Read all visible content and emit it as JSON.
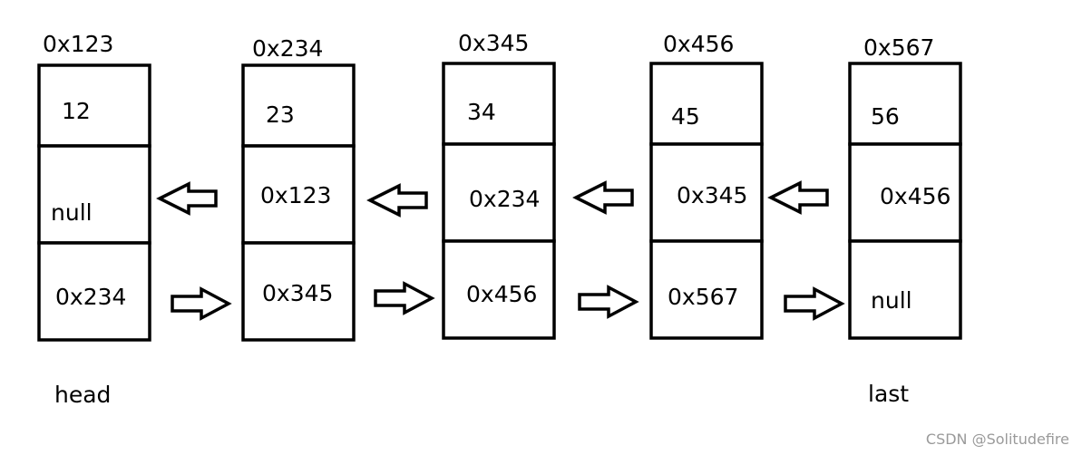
{
  "nodes": [
    {
      "address": "0x123",
      "value": "12",
      "prev": "null",
      "next": "0x234"
    },
    {
      "address": "0x234",
      "value": "23",
      "prev": "0x123",
      "next": "0x345"
    },
    {
      "address": "0x345",
      "value": "34",
      "prev": "0x234",
      "next": "0x456"
    },
    {
      "address": "0x456",
      "value": "45",
      "prev": "0x345",
      "next": "0x567"
    },
    {
      "address": "0x567",
      "value": "56",
      "prev": "0x456",
      "next": "null"
    }
  ],
  "labels": {
    "head": "head",
    "last": "last"
  },
  "watermark": "CSDN @Solitudefire"
}
